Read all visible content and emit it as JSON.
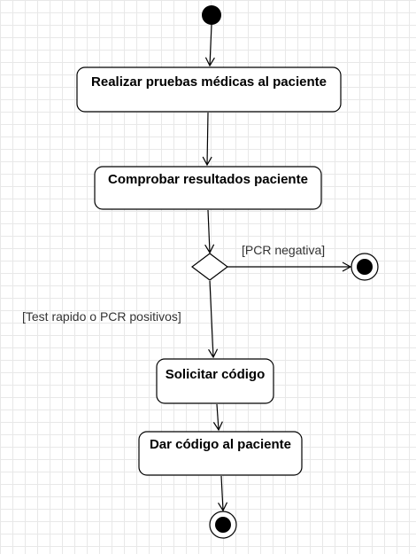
{
  "diagram": {
    "actions": {
      "realizar": "Realizar pruebas médicas al paciente",
      "comprobar": "Comprobar resultados paciente",
      "solicitar": "Solicitar código",
      "dar": "Dar código al paciente"
    },
    "guards": {
      "pcr_negativa": "[PCR negativa]",
      "positivos": "[Test rapido o PCR positivos]"
    }
  }
}
